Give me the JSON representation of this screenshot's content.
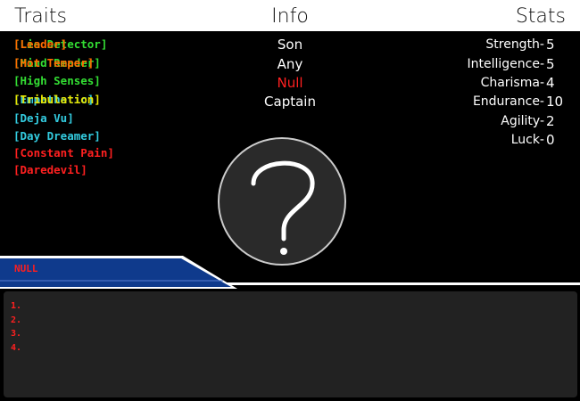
{
  "header": {
    "traits_label": "Traits",
    "info_label": "Info",
    "stats_label": "Stats"
  },
  "colors": {
    "green": "#33dd33",
    "orange": "#ff6a00",
    "yellow": "#e8e600",
    "cyan": "#33cce0",
    "red": "#ff2020",
    "blue_panel": "#0f3a8c"
  },
  "traits": [
    {
      "label": "[Lie Detector]",
      "color": "#33dd33"
    },
    {
      "label": "[Leader]",
      "color": "#ff6a00"
    },
    {
      "label": "[Mind Reader]",
      "color": "#33dd33"
    },
    {
      "label": "[Hot Temper]",
      "color": "#ff6a00"
    },
    {
      "label": "[High Senses]",
      "color": "#33dd33"
    },
    {
      "label": "[Empathetic]",
      "color": "#33cce0"
    },
    {
      "label": "[Tribulation]",
      "color": "#e8e600"
    },
    {
      "label": "[Deja Vu]",
      "color": "#33cce0"
    },
    {
      "label": "[Day Dreamer]",
      "color": "#33cce0"
    },
    {
      "label": "[Constant Pain]",
      "color": "#ff2020"
    },
    {
      "label": "[Daredevil]",
      "color": "#ff2020"
    }
  ],
  "info": [
    {
      "value": "Son",
      "color": "#ffffff"
    },
    {
      "value": "Any",
      "color": "#ffffff"
    },
    {
      "value": "Null",
      "color": "#ff2020"
    },
    {
      "value": "Captain",
      "color": "#ffffff"
    }
  ],
  "stats": [
    {
      "name": "Strength-",
      "value": "5"
    },
    {
      "name": "Intelligence-",
      "value": "5"
    },
    {
      "name": "Charisma-",
      "value": "4"
    },
    {
      "name": "Endurance-",
      "value": "10"
    },
    {
      "name": "Agility-",
      "value": "2"
    },
    {
      "name": "Luck-",
      "value": "0"
    }
  ],
  "portrait": {
    "icon": "question-mark-icon"
  },
  "name_tab": {
    "label": "NULL"
  },
  "notes": [
    "1.",
    "2.",
    "3.",
    "4."
  ]
}
